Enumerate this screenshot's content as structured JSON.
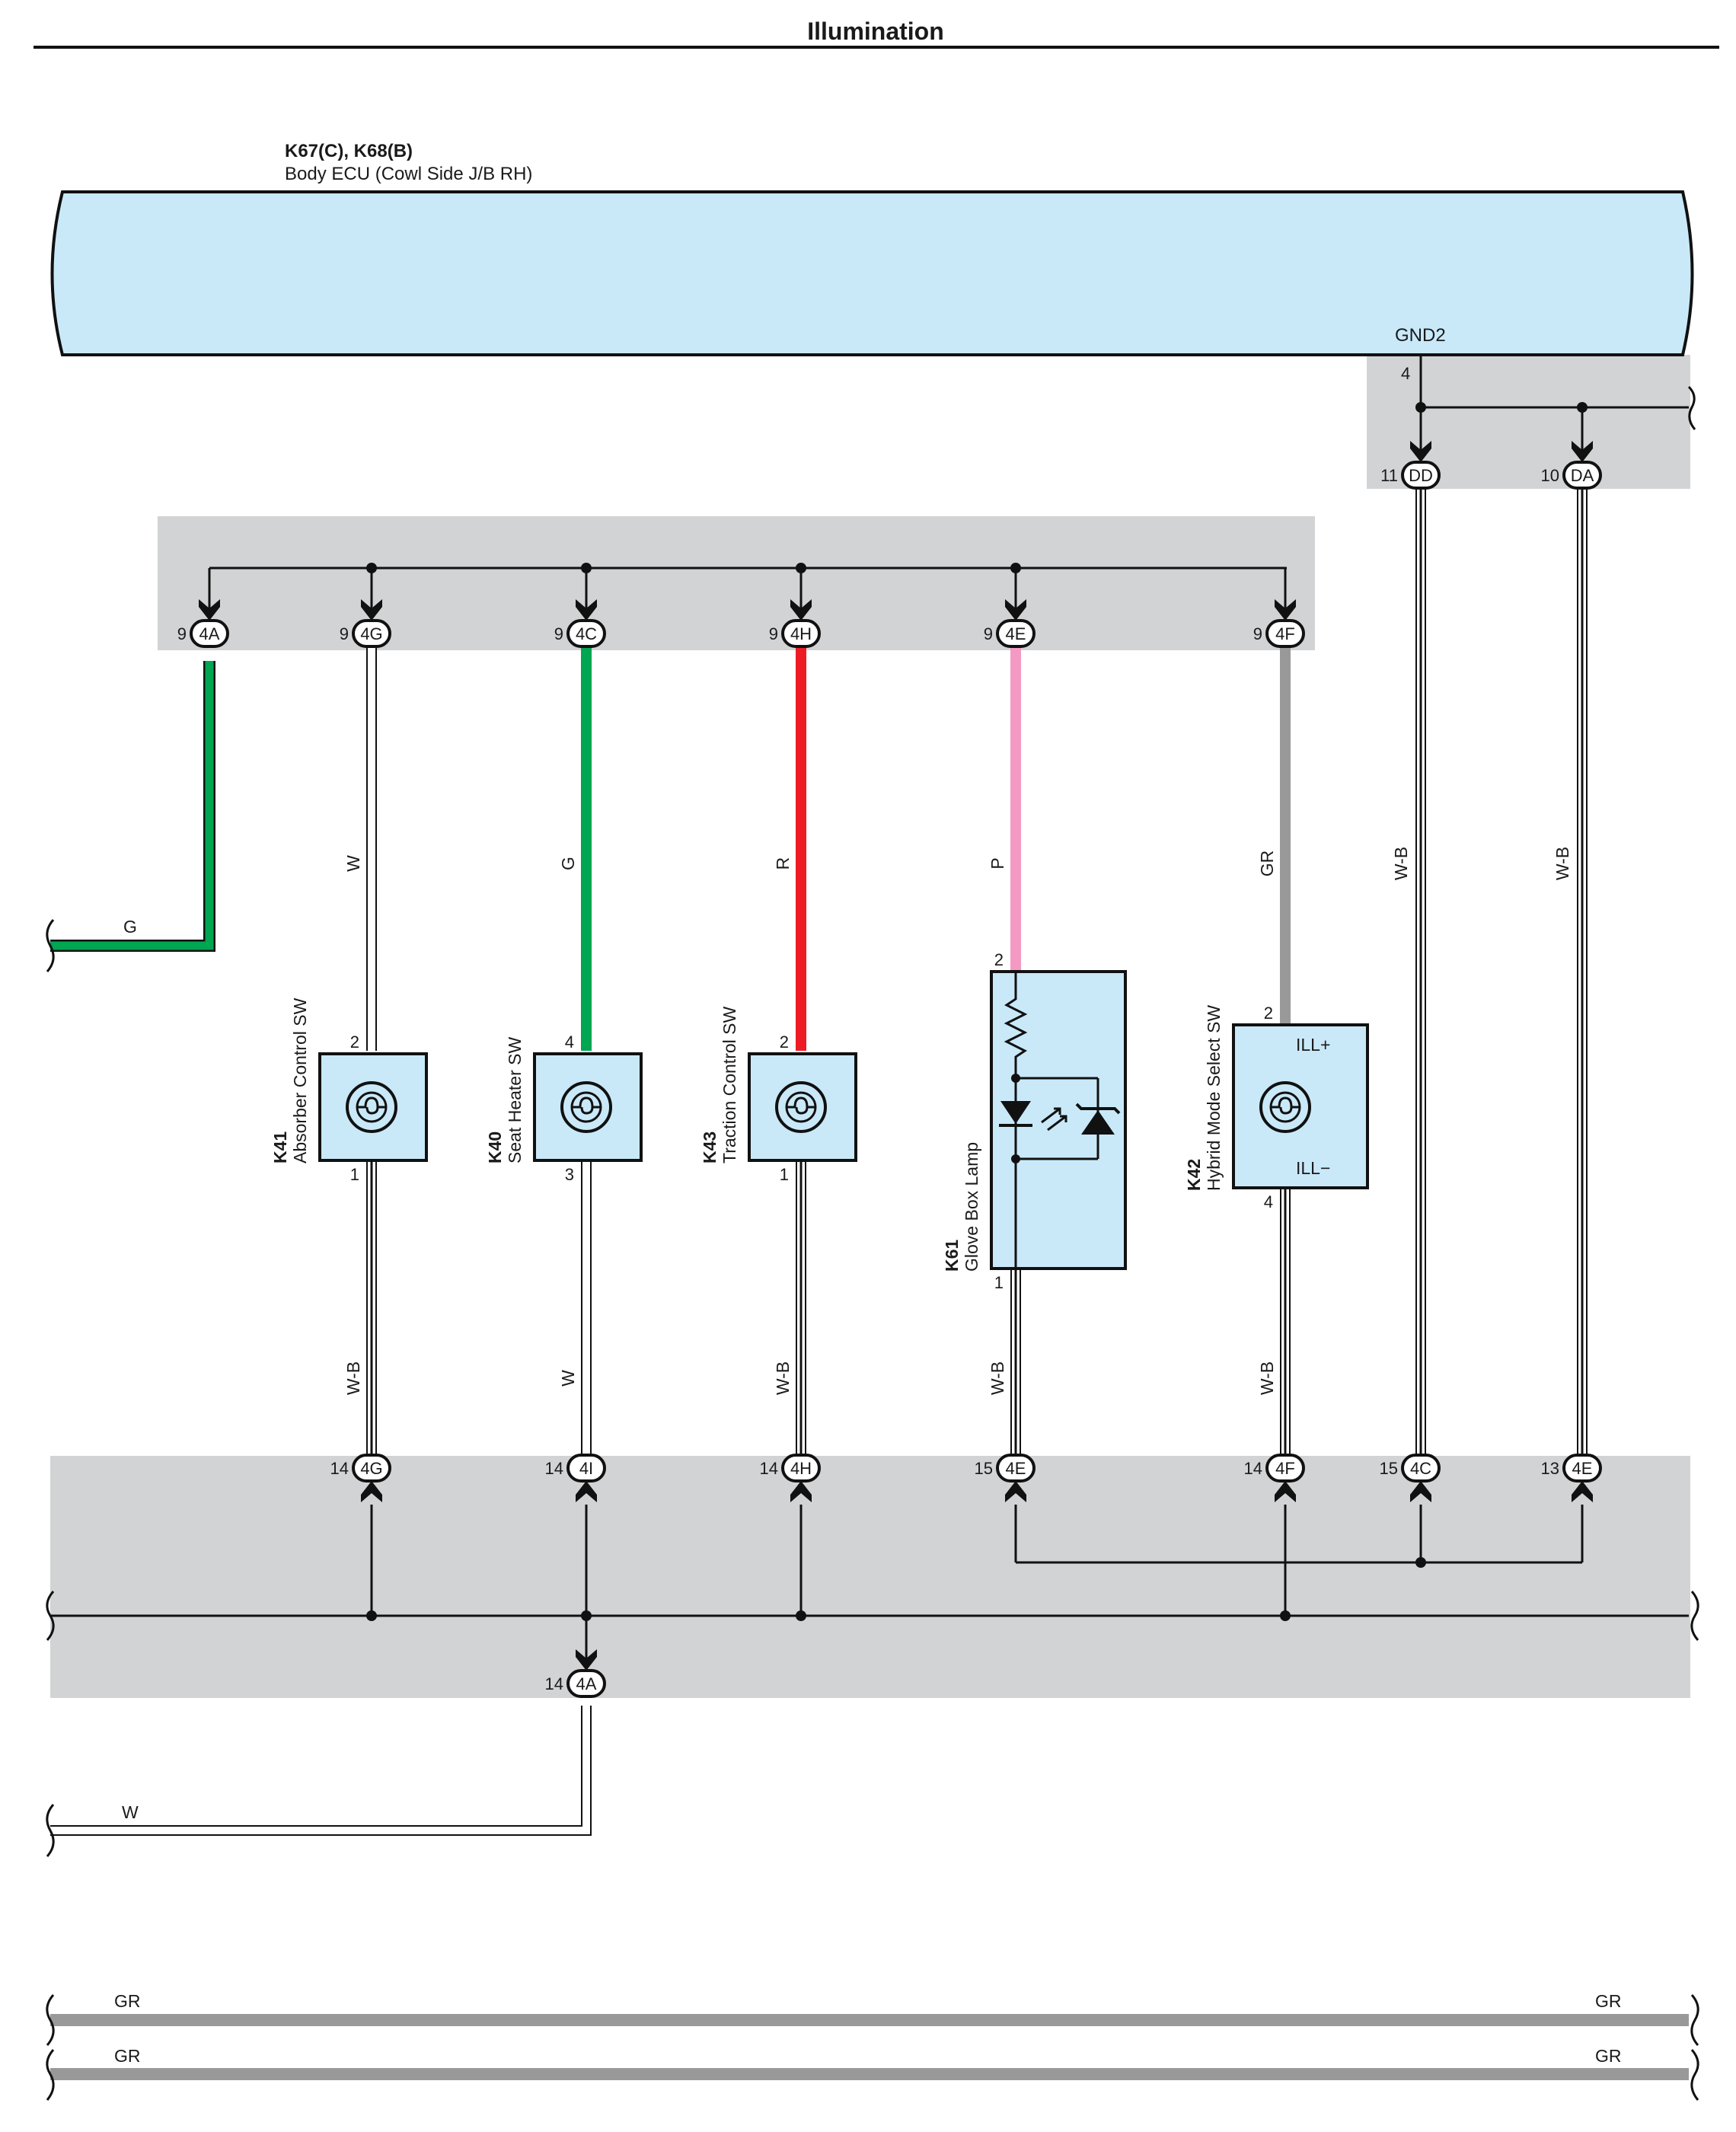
{
  "title": "Illumination",
  "ecu": {
    "codes": "K67(C), K68(B)",
    "name": "Body ECU (Cowl Side J/B RH)",
    "gnd_terminal": "GND2",
    "gnd_pin": "4",
    "fill_color": "#c9e9f9"
  },
  "wire_colors": {
    "G": "#00a651",
    "R": "#ed1c24",
    "P": "#f49ac2",
    "GR": "#999999",
    "W": "#ffffff",
    "W-B": "#ffffff"
  },
  "upper_connectors": [
    {
      "pin": "9",
      "code": "4A",
      "wire": "G"
    },
    {
      "pin": "9",
      "code": "4G",
      "wire": "W"
    },
    {
      "pin": "9",
      "code": "4C",
      "wire": "G"
    },
    {
      "pin": "9",
      "code": "4H",
      "wire": "R"
    },
    {
      "pin": "9",
      "code": "4E",
      "wire": "P"
    },
    {
      "pin": "9",
      "code": "4F",
      "wire": "GR"
    }
  ],
  "gnd_connectors": [
    {
      "pin": "11",
      "code": "DD",
      "wire": "W-B"
    },
    {
      "pin": "10",
      "code": "DA",
      "wire": "W-B"
    }
  ],
  "components": [
    {
      "id": "K41",
      "name": "Absorber Control SW",
      "pin_in": "2",
      "pin_out": "1",
      "wire_in": "W",
      "wire_out": "W-B"
    },
    {
      "id": "K40",
      "name": "Seat Heater SW",
      "pin_in": "4",
      "pin_out": "3",
      "wire_in": "G",
      "wire_out": "W"
    },
    {
      "id": "K43",
      "name": "Traction Control SW",
      "pin_in": "2",
      "pin_out": "1",
      "wire_in": "R",
      "wire_out": "W-B"
    },
    {
      "id": "K61",
      "name": "Glove Box Lamp",
      "pin_in": "2",
      "pin_out": "1",
      "wire_in": "P",
      "wire_out": "W-B"
    },
    {
      "id": "K42",
      "name": "Hybrid Mode Select SW",
      "pin_in": "2",
      "pin_out": "4",
      "wire_in": "GR",
      "wire_out": "W-B",
      "term_top": "ILL+",
      "term_bottom": "ILL−"
    }
  ],
  "lower_connectors": [
    {
      "pin": "14",
      "code": "4G"
    },
    {
      "pin": "14",
      "code": "4I"
    },
    {
      "pin": "14",
      "code": "4H"
    },
    {
      "pin": "15",
      "code": "4E"
    },
    {
      "pin": "14",
      "code": "4F"
    },
    {
      "pin": "15",
      "code": "4C"
    },
    {
      "pin": "13",
      "code": "4E"
    }
  ],
  "bottom_connector": {
    "pin": "14",
    "code": "4A",
    "wire": "W"
  },
  "left_wire_label": "G",
  "bottom_left_wire_label": "W",
  "gr_buses": [
    {
      "left": "GR",
      "right": "GR"
    },
    {
      "left": "GR",
      "right": "GR"
    }
  ]
}
